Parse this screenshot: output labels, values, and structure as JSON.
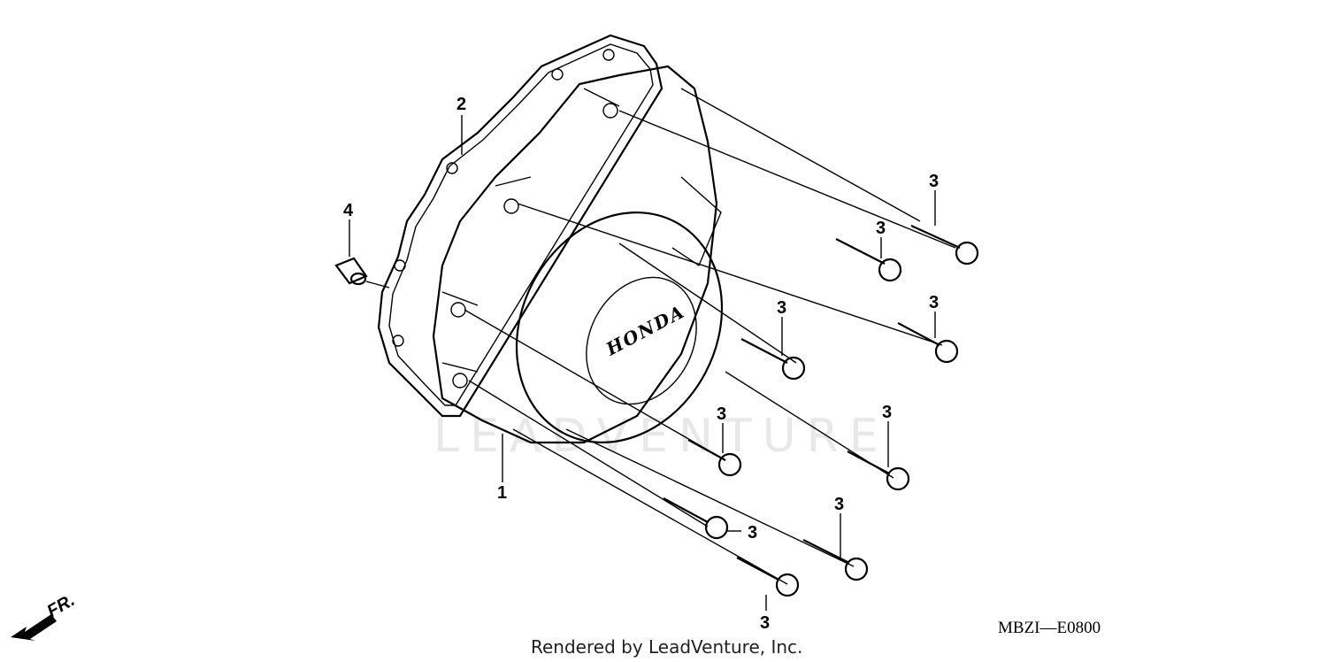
{
  "diagram": {
    "watermark": "LEADVENTURE",
    "brand_logo": "HONDA",
    "part_code": "MBZI—E0800",
    "footer": "Rendered by LeadVenture, Inc.",
    "direction_label": "FR.",
    "callouts": {
      "cover": "1",
      "gasket": "2",
      "bolt": "3",
      "dowel_pin": "4"
    }
  }
}
